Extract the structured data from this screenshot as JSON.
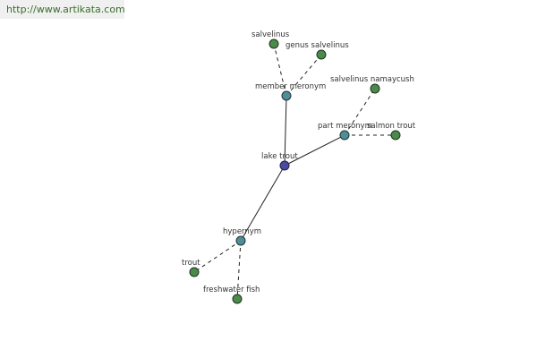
{
  "watermark": "http://www.artikata.com",
  "nodes": {
    "root": "lake trout",
    "member_meronym": "member meronym",
    "part_meronym": "part meronym",
    "hypernym": "hypernym",
    "salvelinus": "salvelinus",
    "genus_salvelinus": "genus salvelinus",
    "salvelinus_namaycush": "salvelinus namaycush",
    "salmon_trout": "salmon trout",
    "trout": "trout",
    "freshwater_fish": "freshwater fish"
  }
}
